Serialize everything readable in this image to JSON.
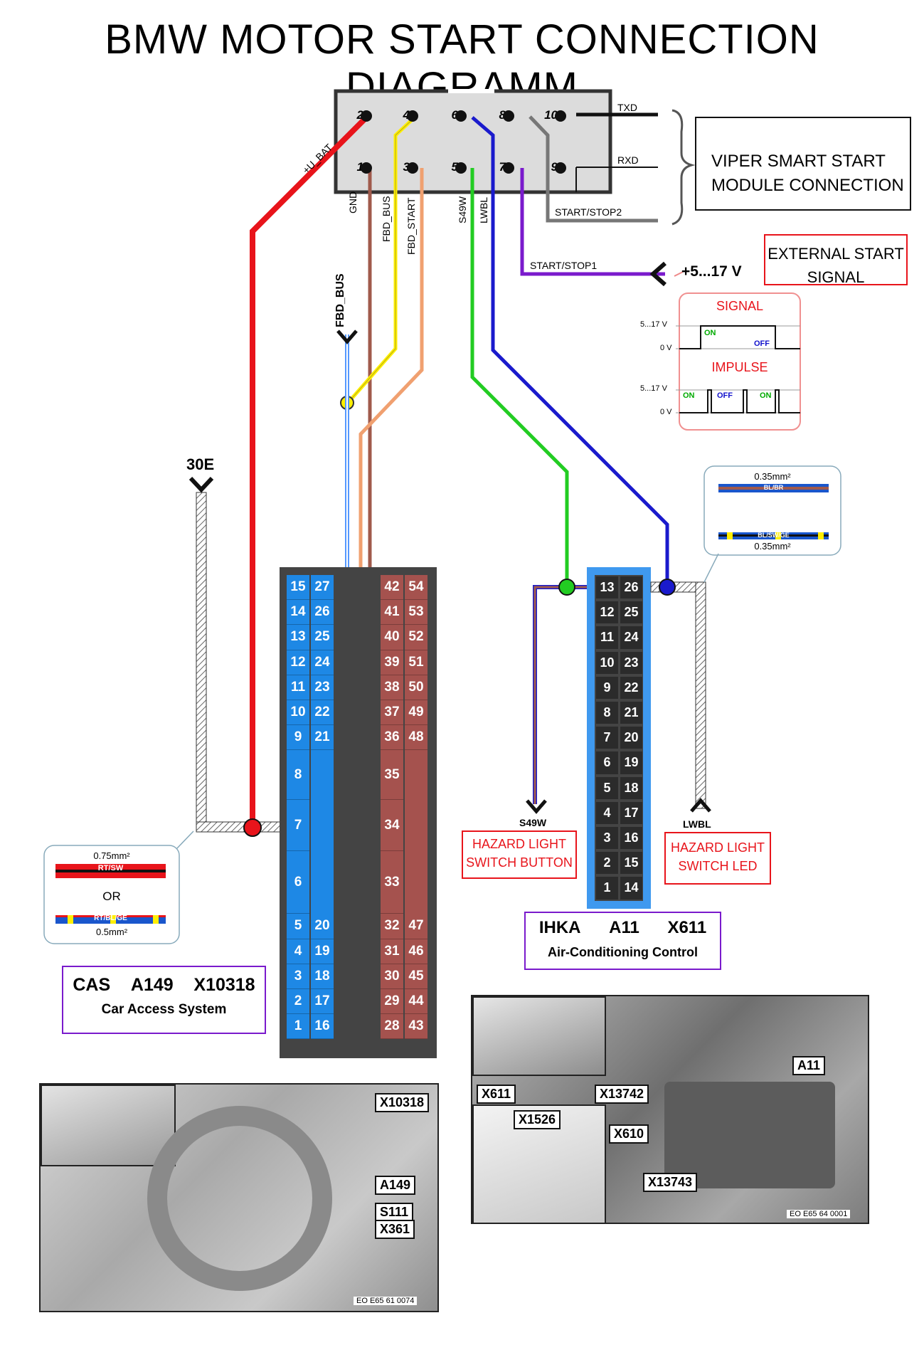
{
  "title": "BMW MOTOR START CONNECTION DIAGRAMM",
  "viper": {
    "top_pins": [
      "2",
      "4",
      "6",
      "8",
      "10"
    ],
    "bottom_pins": [
      "1",
      "3",
      "5",
      "7",
      "9"
    ],
    "label_line1": "VIPER SMART START",
    "label_line2": "MODULE CONNECTION",
    "txd": "TXD",
    "rxd": "RXD",
    "start_stop2": "START/STOP2",
    "start_stop1": "START/STOP1",
    "wire_ubat": "+U_BAT",
    "wire_gnd": "GND",
    "wire_fbd_bus": "FBD_BUS",
    "wire_fbd_start": "FBD_START",
    "wire_s49w": "S49W",
    "wire_lwbl": "LWBL"
  },
  "external": {
    "voltage": "+5...17 V",
    "label_line1": "EXTERNAL START",
    "label_line2": "SIGNAL",
    "signal_title": "SIGNAL",
    "impulse_title": "IMPULSE",
    "v_high": "5...17 V",
    "v_low": "0 V",
    "on": "ON",
    "off": "OFF"
  },
  "fbd_bus_label": "FBD_BUS",
  "label_30e": "30E",
  "cas": {
    "title_parts": [
      "CAS",
      "A149",
      "X10318"
    ],
    "subtitle": "Car Access System",
    "blue_rows": [
      [
        "15",
        "27"
      ],
      [
        "14",
        "26"
      ],
      [
        "13",
        "25"
      ],
      [
        "12",
        "24"
      ],
      [
        "11",
        "23"
      ],
      [
        "10",
        "22"
      ],
      [
        "9",
        "21"
      ]
    ],
    "blue_single": [
      "8",
      "7",
      "6"
    ],
    "blue_bottom": [
      [
        "5",
        "20"
      ],
      [
        "4",
        "19"
      ],
      [
        "3",
        "18"
      ],
      [
        "2",
        "17"
      ],
      [
        "1",
        "16"
      ]
    ],
    "red_rows": [
      [
        "42",
        "54"
      ],
      [
        "41",
        "53"
      ],
      [
        "40",
        "52"
      ],
      [
        "39",
        "51"
      ],
      [
        "38",
        "50"
      ],
      [
        "37",
        "49"
      ],
      [
        "36",
        "48"
      ]
    ],
    "red_single": [
      "35",
      "34",
      "33"
    ],
    "red_bottom": [
      [
        "32",
        "47"
      ],
      [
        "31",
        "46"
      ],
      [
        "30",
        "45"
      ],
      [
        "29",
        "44"
      ],
      [
        "28",
        "43"
      ]
    ]
  },
  "wire_spec_left": {
    "size_top": "0.75mm²",
    "color_top": "RT/SW",
    "or": "OR",
    "color_bottom": "RT/BL/GE",
    "size_bottom": "0.5mm²"
  },
  "wire_spec_right": {
    "size_top": "0.35mm²",
    "color_top": "BL/BR",
    "color_bottom": "BL/SW/GE",
    "size_bottom": "0.35mm²"
  },
  "ihka": {
    "title_parts": [
      "IHKA",
      "A11",
      "X611"
    ],
    "subtitle": "Air-Conditioning Control",
    "rows": [
      [
        "13",
        "26"
      ],
      [
        "12",
        "25"
      ],
      [
        "11",
        "24"
      ],
      [
        "10",
        "23"
      ],
      [
        "9",
        "22"
      ],
      [
        "8",
        "21"
      ],
      [
        "7",
        "20"
      ],
      [
        "6",
        "19"
      ],
      [
        "5",
        "18"
      ],
      [
        "4",
        "17"
      ],
      [
        "3",
        "16"
      ],
      [
        "2",
        "15"
      ],
      [
        "1",
        "14"
      ]
    ],
    "s49w": "S49W",
    "lwbl": "LWBL",
    "hazard_button_1": "HAZARD LIGHT",
    "hazard_button_2": "SWITCH BUTTON",
    "hazard_led_1": "HAZARD LIGHT",
    "hazard_led_2": "SWITCH LED"
  },
  "photo_left": {
    "tags": [
      "X10318",
      "A149",
      "S111",
      "X361"
    ],
    "code": "EO E65 61 0074"
  },
  "photo_right": {
    "tags": [
      "A11",
      "X611",
      "X1526",
      "X13742",
      "X610",
      "X13743"
    ],
    "code": "EO E65 64 0001"
  },
  "colors": {
    "red": "#e8141b",
    "yellow": "#ffef00",
    "brown": "#a05a4c",
    "salmon": "#f0a070",
    "green": "#22cc22",
    "blue": "#1a1acc",
    "purple": "#7a1acc",
    "gray": "#777777",
    "cas_blue": "#1e88e5",
    "cas_red": "#a5524e",
    "ihka_blue": "#3f99ef"
  }
}
